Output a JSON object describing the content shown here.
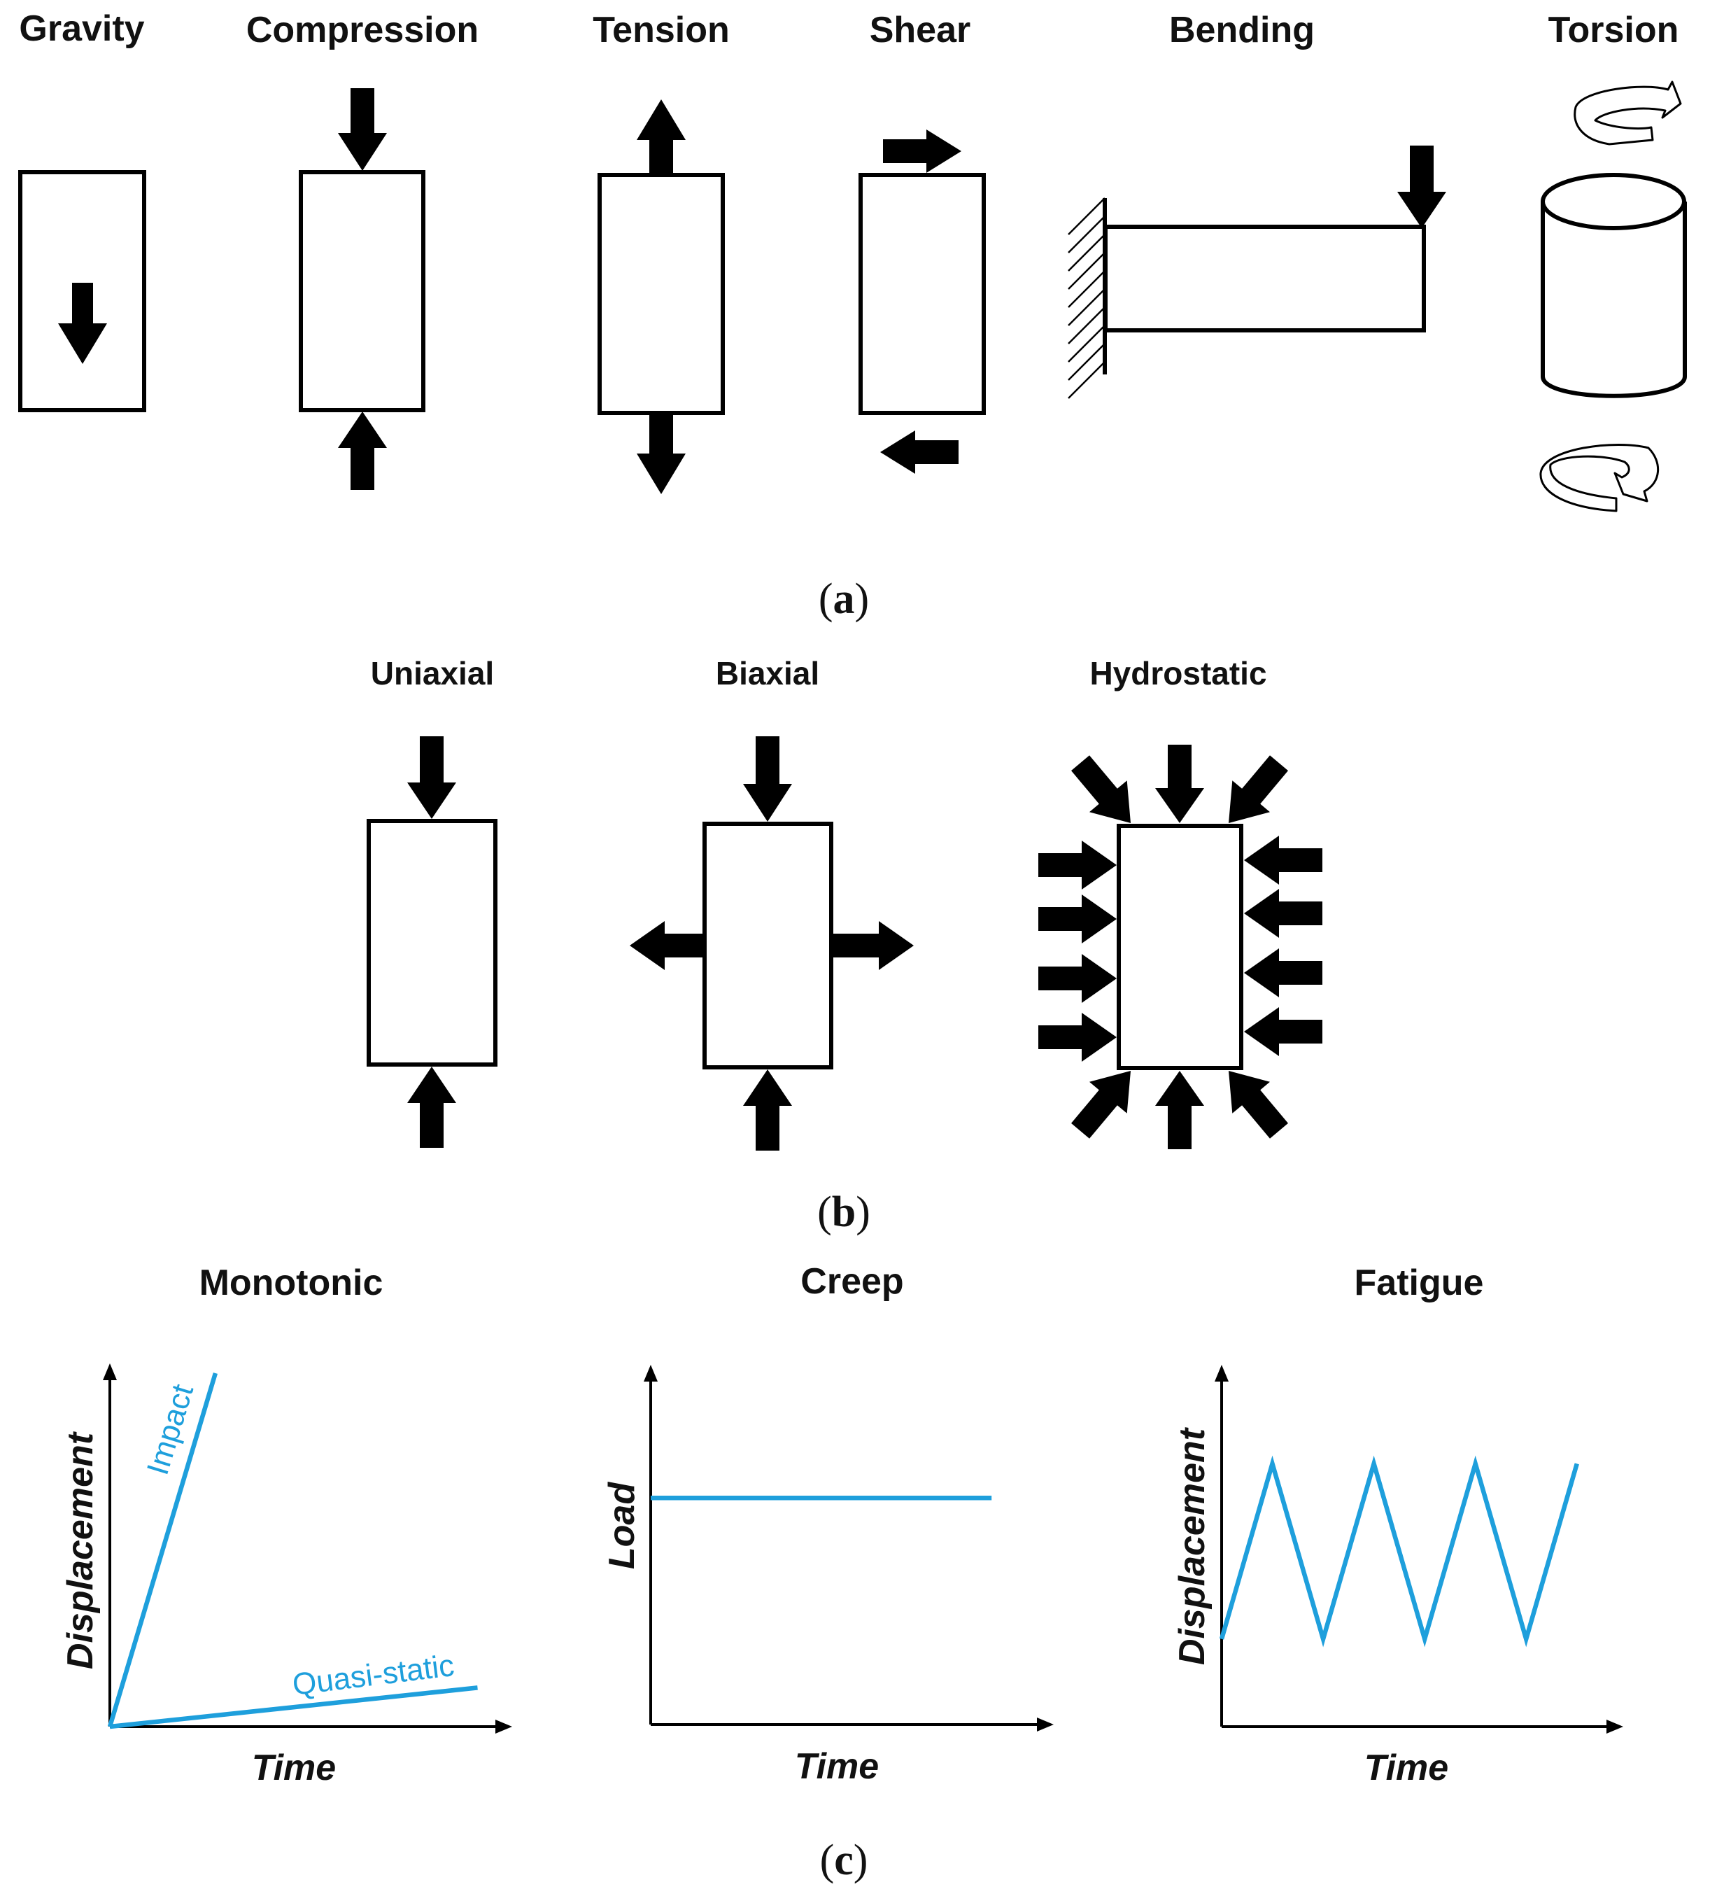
{
  "panel_a": {
    "caption": "a",
    "labels": {
      "gravity": "Gravity",
      "compression": "Compression",
      "tension": "Tension",
      "shear": "Shear",
      "bending": "Bending",
      "torsion": "Torsion"
    }
  },
  "panel_b": {
    "caption": "b",
    "labels": {
      "uniaxial": "Uniaxial",
      "biaxial": "Biaxial",
      "hydrostatic": "Hydrostatic"
    }
  },
  "panel_c": {
    "caption": "c",
    "charts": {
      "monotonic": {
        "title": "Monotonic",
        "xlabel": "Time",
        "ylabel": "Displacement",
        "series": [
          {
            "name": "Impact",
            "x": [
              0,
              0.27
            ],
            "y": [
              0,
              1.0
            ]
          },
          {
            "name": "Quasi-static",
            "x": [
              0,
              0.94
            ],
            "y": [
              0,
              0.11
            ]
          }
        ]
      },
      "creep": {
        "title": "Creep",
        "xlabel": "Time",
        "ylabel": "Load",
        "series": [
          {
            "x": [
              0,
              0.87
            ],
            "y": [
              0.65,
              0.65
            ]
          }
        ]
      },
      "fatigue": {
        "title": "Fatigue",
        "xlabel": "Time",
        "ylabel": "Displacement",
        "series": [
          {
            "x": [
              0,
              0.13,
              0.26,
              0.39,
              0.52,
              0.65,
              0.78,
              0.91
            ],
            "y": [
              0.25,
              0.75,
              0.25,
              0.75,
              0.25,
              0.75,
              0.25,
              0.75
            ]
          }
        ]
      }
    }
  },
  "colors": {
    "series": "#1e9fdc",
    "ink": "#000000",
    "background": "#ffffff"
  }
}
